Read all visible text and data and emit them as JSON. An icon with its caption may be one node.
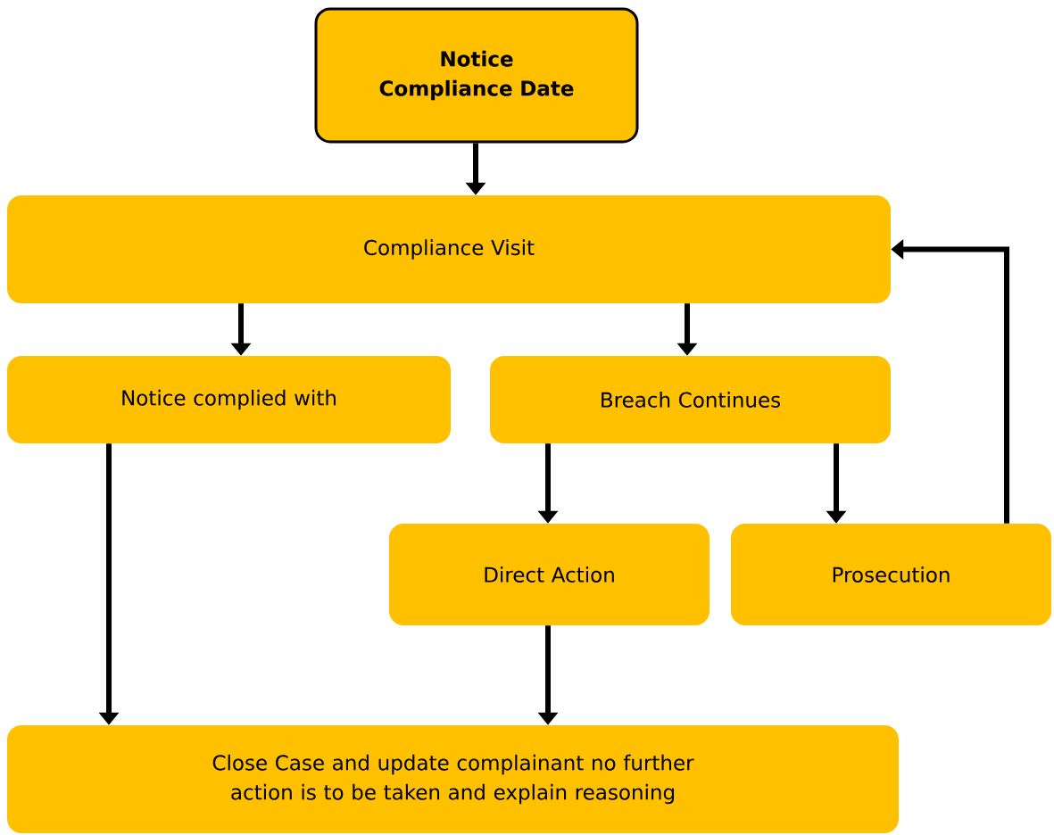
{
  "diagram": {
    "nodes": [
      {
        "text": [
          "Notice Compliance Date"
        ]
      },
      {
        "text": [
          "Compliance Visit"
        ]
      },
      {
        "text": [
          "Notice complied with"
        ]
      },
      {
        "text": [
          "Breach Continues"
        ]
      },
      {
        "text": [
          "Direct Action"
        ]
      },
      {
        "text": [
          "Prosecution"
        ]
      },
      {
        "text": [
          "Close Case and update complainant no further action is to be taken and explain reasoning"
        ]
      }
    ],
    "edges": [
      {
        "from": 0,
        "to": 1,
        "arrow": "to"
      },
      {
        "from": 1,
        "to": 2,
        "arrow": "to"
      },
      {
        "from": 1,
        "to": 3,
        "arrow": "to"
      },
      {
        "from": 2,
        "to": 6,
        "arrow": "to"
      },
      {
        "from": 3,
        "to": 4,
        "arrow": "to"
      },
      {
        "from": 3,
        "to": 5,
        "arrow": "to"
      },
      {
        "from": 4,
        "to": 6,
        "arrow": "to"
      },
      {
        "from": 5,
        "to": 1,
        "arrow": "to"
      }
    ]
  }
}
